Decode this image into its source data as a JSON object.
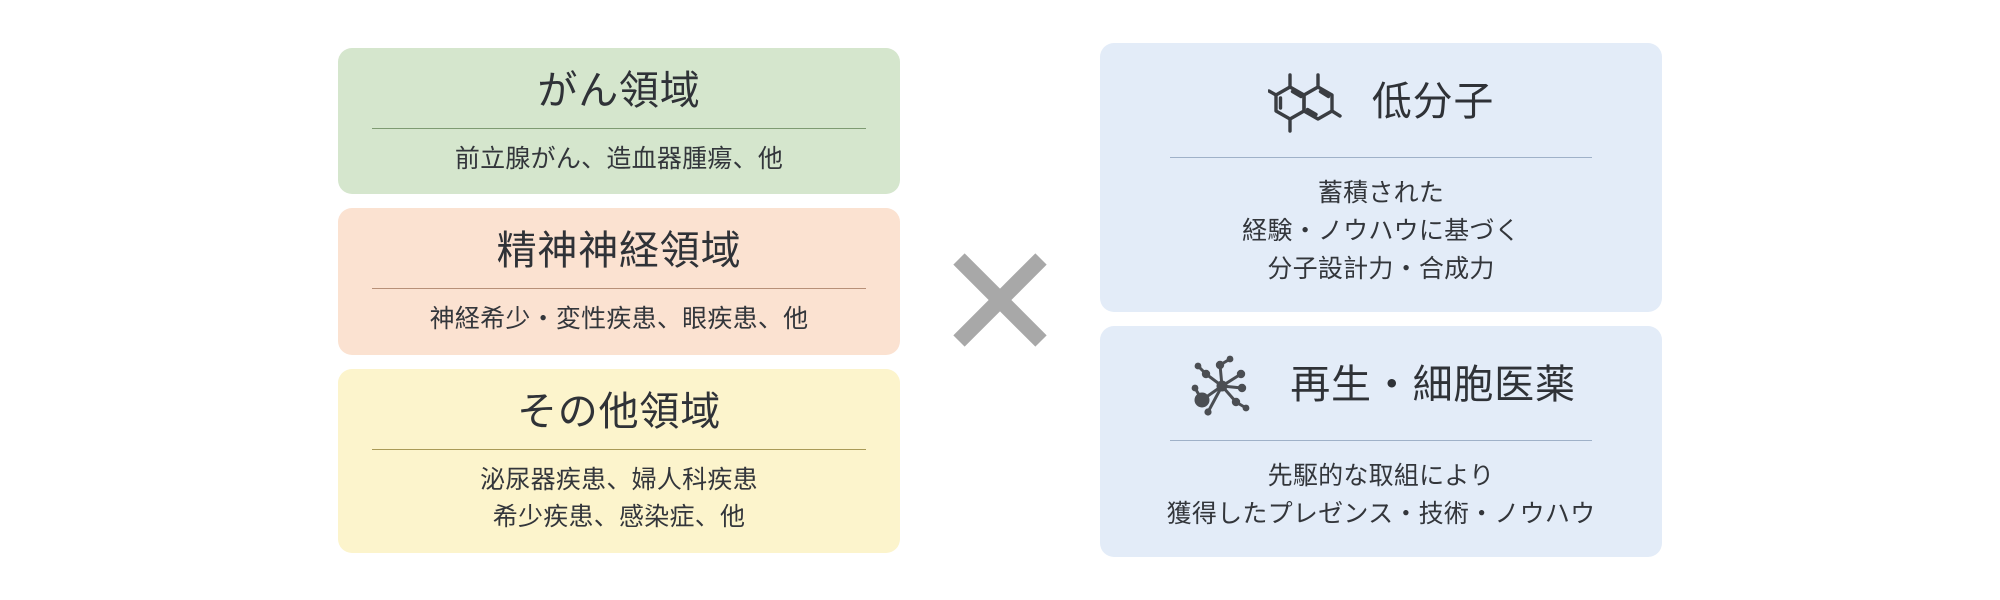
{
  "diagram": {
    "operator": {
      "symbol": "×",
      "icon": "multiply-icon",
      "color": "#a8a8a8"
    },
    "left_column": {
      "heading": "",
      "cards": [
        {
          "id": "oncology",
          "title": "がん領域",
          "subtitle_lines": [
            "前立腺がん、造血器腫瘍、他"
          ],
          "bg_color": "#d5e6cd",
          "rule_color": "#7e9b72"
        },
        {
          "id": "neuropsychiatry",
          "title": "精神神経領域",
          "subtitle_lines": [
            "神経希少・変性疾患、眼疾患、他"
          ],
          "bg_color": "#fbe2d1",
          "rule_color": "#b79078"
        },
        {
          "id": "other-areas",
          "title": "その他領域",
          "subtitle_lines": [
            "泌尿器疾患、婦人科疾患",
            "希少疾患、感染症、他"
          ],
          "bg_color": "#fcf4cc",
          "rule_color": "#a99a56"
        }
      ]
    },
    "right_column": {
      "heading": "",
      "cards": [
        {
          "id": "small-molecule",
          "icon": "molecule-icon",
          "title": "低分子",
          "subtitle_lines": [
            "蓄積された",
            "経験・ノウハウに基づく",
            "分子設計力・合成力"
          ],
          "bg_color": "#e3ecf8",
          "rule_color": "#9fb1c8"
        },
        {
          "id": "regenerative-cell-medicine",
          "icon": "cell-network-icon",
          "title": "再生・細胞医薬",
          "subtitle_lines": [
            "先駆的な取組により",
            "獲得したプレゼンス・技術・ノウハウ"
          ],
          "bg_color": "#e3ecf8",
          "rule_color": "#9fb1c8"
        }
      ]
    }
  }
}
